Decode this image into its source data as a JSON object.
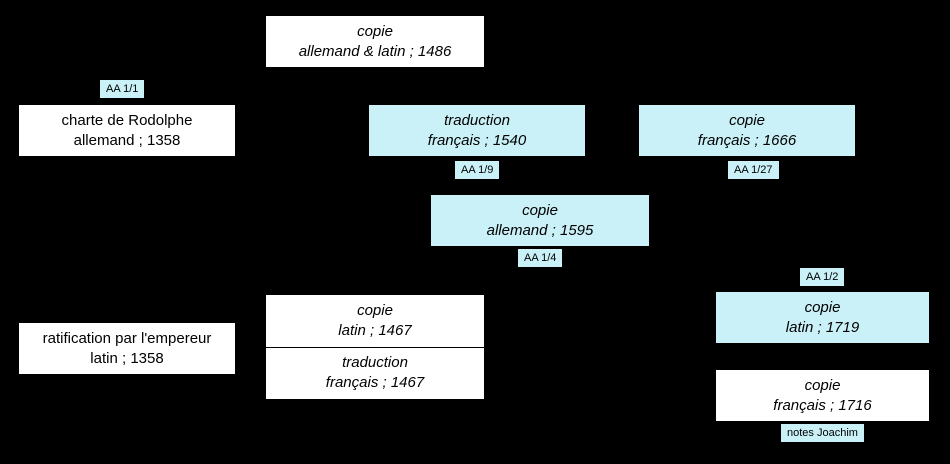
{
  "diagram": {
    "colors": {
      "background": "#000000",
      "node_white": "#ffffff",
      "node_cyan": "#c9f1f7",
      "text": "#000000"
    },
    "nodes": {
      "copie_1486": {
        "line1": "copie",
        "line2": "allemand & latin ; 1486"
      },
      "charte_1358": {
        "line1": "charte de Rodolphe",
        "line2": "allemand ; 1358"
      },
      "traduction_1540": {
        "line1": "traduction",
        "line2": "français ; 1540"
      },
      "copie_1666": {
        "line1": "copie",
        "line2": "français ; 1666"
      },
      "copie_1595": {
        "line1": "copie",
        "line2": "allemand ; 1595"
      },
      "copie_1719": {
        "line1": "copie",
        "line2": "latin ; 1719"
      },
      "ratification_1358": {
        "line1": "ratification par l'empereur",
        "line2": "latin ; 1358"
      },
      "copie_1467": {
        "line1": "copie",
        "line2": "latin ; 1467"
      },
      "traduction_1467": {
        "line1": "traduction",
        "line2": "français ; 1467"
      },
      "copie_1716": {
        "line1": "copie",
        "line2": "français ; 1716"
      }
    },
    "tags": {
      "aa_1_1": "AA 1/1",
      "aa_1_9": "AA 1/9",
      "aa_1_27": "AA 1/27",
      "aa_1_4": "AA 1/4",
      "aa_1_2": "AA 1/2",
      "notes_joachim": "notes Joachim"
    }
  }
}
